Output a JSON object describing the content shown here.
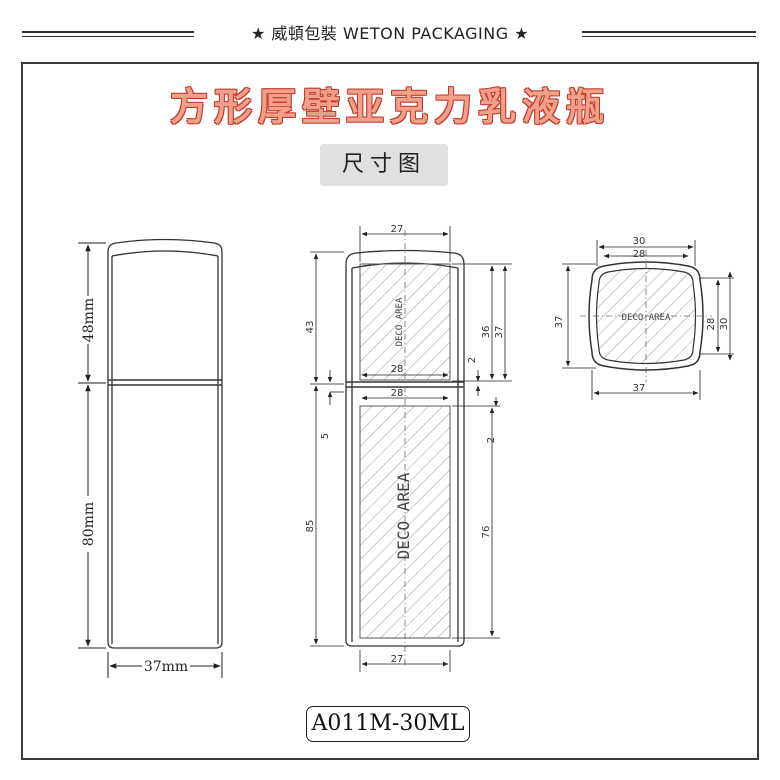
{
  "header": {
    "brand": "★ 威頓包裝 WETON PACKAGING ★"
  },
  "title": "方形厚壁亚克力乳液瓶",
  "subtitle": "尺寸图",
  "model": "A011M-30ML",
  "left_view": {
    "cap_height": "48mm",
    "body_height": "80mm",
    "width": "37mm"
  },
  "middle_view": {
    "top_width": "27",
    "cap_deco_width": "28",
    "body_deco_top_width": "28",
    "bottom_width": "27",
    "cap_height": "43",
    "body_height": "85",
    "gap": "5",
    "cap_deco_h1": "36",
    "cap_deco_h2": "37",
    "cap_gap": "2",
    "body_gap": "2",
    "body_deco_h": "76",
    "deco_label": "DECO AREA"
  },
  "top_view": {
    "outer_top": "30",
    "inner_top": "28",
    "left": "37",
    "right_inner": "28",
    "right_outer": "30",
    "bottom": "37",
    "deco_label": "DECO AREA"
  }
}
